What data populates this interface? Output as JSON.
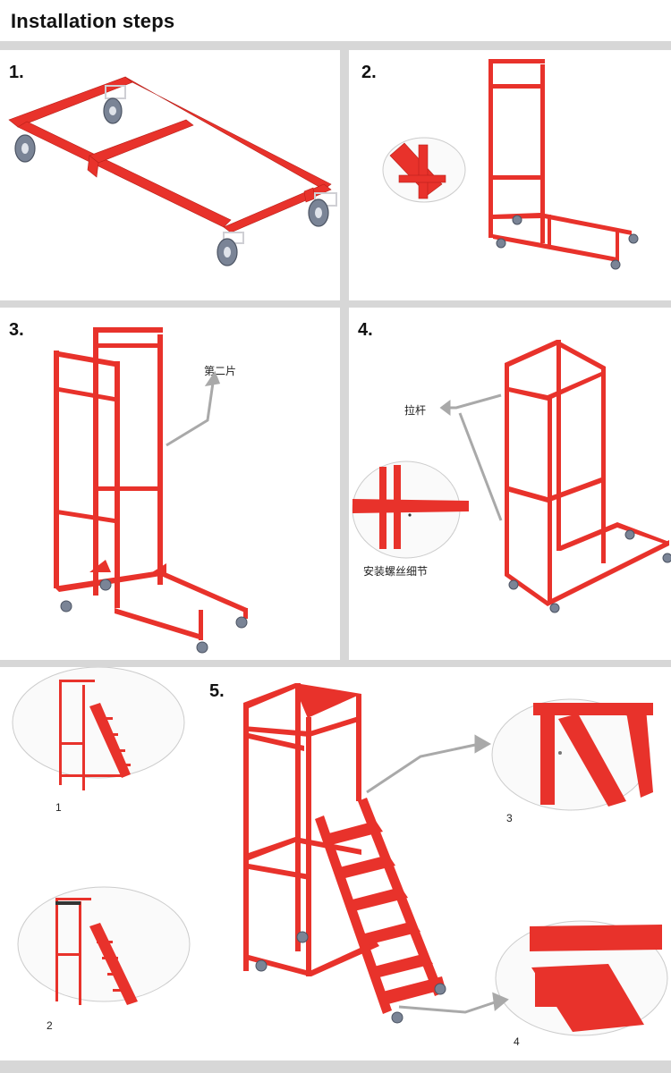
{
  "page": {
    "title": "Installation steps",
    "accent_color": "#e8322b",
    "wheel_color": "#7a8496",
    "arrow_color": "#a9a9a9"
  },
  "steps": [
    {
      "number": "1.",
      "annotations": []
    },
    {
      "number": "2.",
      "annotations": []
    },
    {
      "number": "3.",
      "annotations": [
        "第二片"
      ]
    },
    {
      "number": "4.",
      "annotations": [
        "拉杆",
        "安装螺丝细节"
      ]
    },
    {
      "number": "5.",
      "annotations": []
    }
  ],
  "step5": {
    "detail_labels": [
      "1",
      "2",
      "3",
      "4"
    ]
  }
}
